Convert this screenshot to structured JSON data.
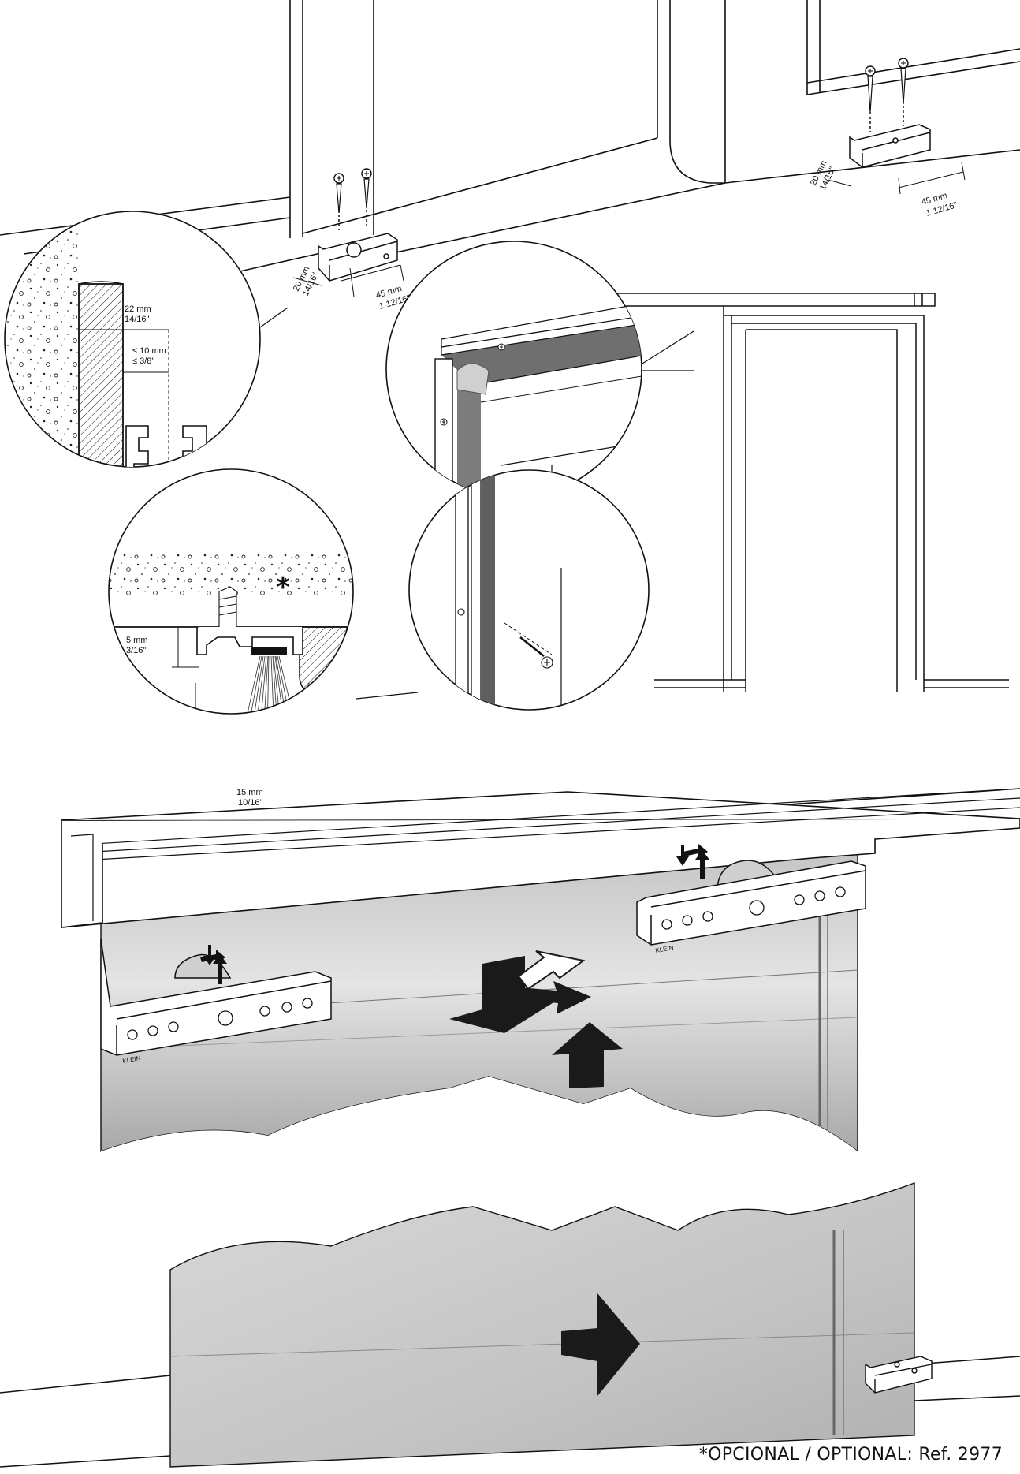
{
  "figure": {
    "top_left_bracket": {
      "width_mm": "45 mm",
      "width_in": "1 12/16\"",
      "depth_mm": "20 mm",
      "depth_in": "14/16\""
    },
    "top_right_bracket": {
      "width_mm": "45 mm",
      "width_in": "1 12/16\"",
      "depth_mm": "20 mm",
      "depth_in": "14/16\""
    },
    "wall_detail": {
      "gap_mm": "22 mm",
      "gap_in": "14/16\"",
      "clear_mm": "≤ 10 mm",
      "clear_in": "≤ 3/8\""
    },
    "brush_detail": {
      "asterisk": "*",
      "height_mm": "5 mm",
      "height_in": "3/16\"",
      "width_mm": "15 mm",
      "width_in": "10/16\""
    },
    "trolley_brand": "KLEIN",
    "footnote": "*OPCIONAL / OPTIONAL: Ref. 2977"
  },
  "colors": {
    "line": "#111111",
    "glass_light": "#e2e2e2",
    "glass_dark": "#8c8c8c",
    "arrow": "#1a1a1a"
  }
}
